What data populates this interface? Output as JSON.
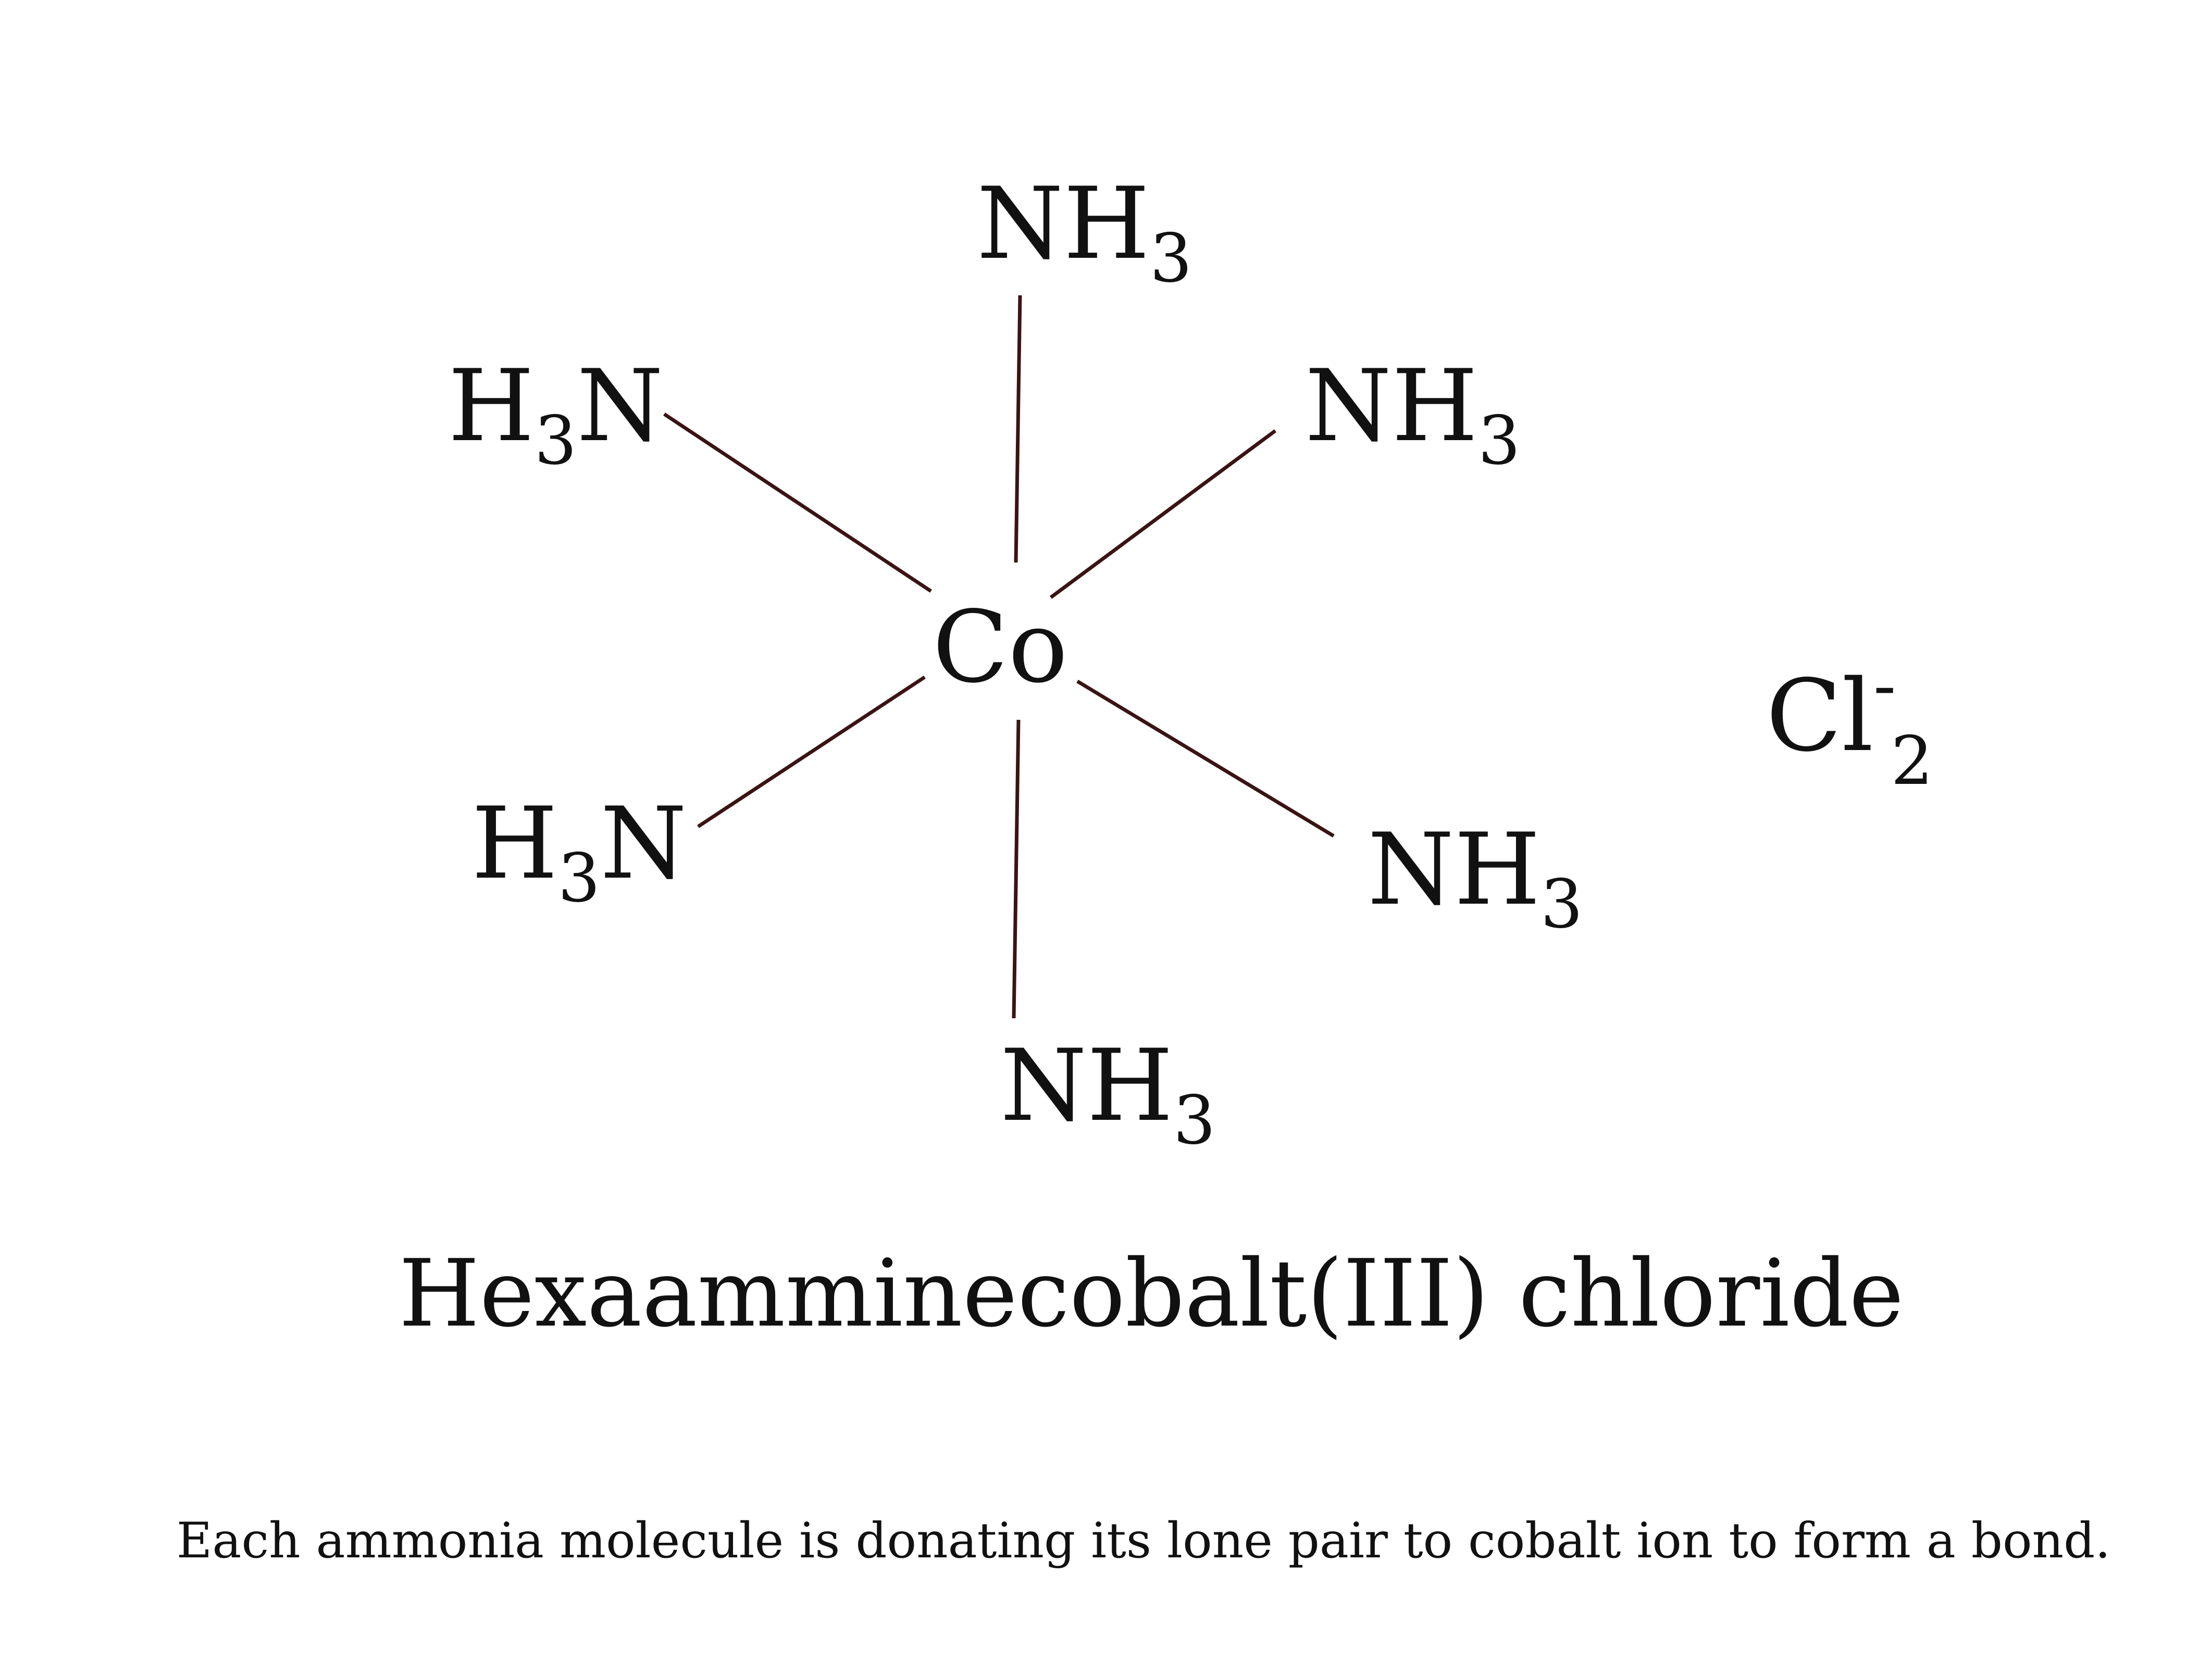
{
  "molecule": {
    "center": {
      "symbol": "Co"
    },
    "ligands": [
      {
        "id": "top",
        "main": "NH",
        "sub": "3",
        "order": "main-sub"
      },
      {
        "id": "upper-right",
        "main": "NH",
        "sub": "3",
        "order": "main-sub"
      },
      {
        "id": "lower-right",
        "main": "NH",
        "sub": "3",
        "order": "main-sub"
      },
      {
        "id": "bottom",
        "main": "NH",
        "sub": "3",
        "order": "main-sub"
      },
      {
        "id": "lower-left",
        "pre": "H",
        "sub": "3",
        "post": "N",
        "order": "pre-sub-post"
      },
      {
        "id": "upper-left",
        "pre": "H",
        "sub": "3",
        "post": "N",
        "order": "pre-sub-post"
      }
    ],
    "counter_ion": {
      "symbol": "Cl",
      "charge": "-",
      "count": "2"
    }
  },
  "title": "Hexaamminecobalt(III) chloride",
  "caption": "Each ammonia molecule is donating its lone pair to cobalt ion to form a bond.",
  "colors": {
    "text": "#111111",
    "bond": "#3a1414",
    "background": "#ffffff"
  }
}
